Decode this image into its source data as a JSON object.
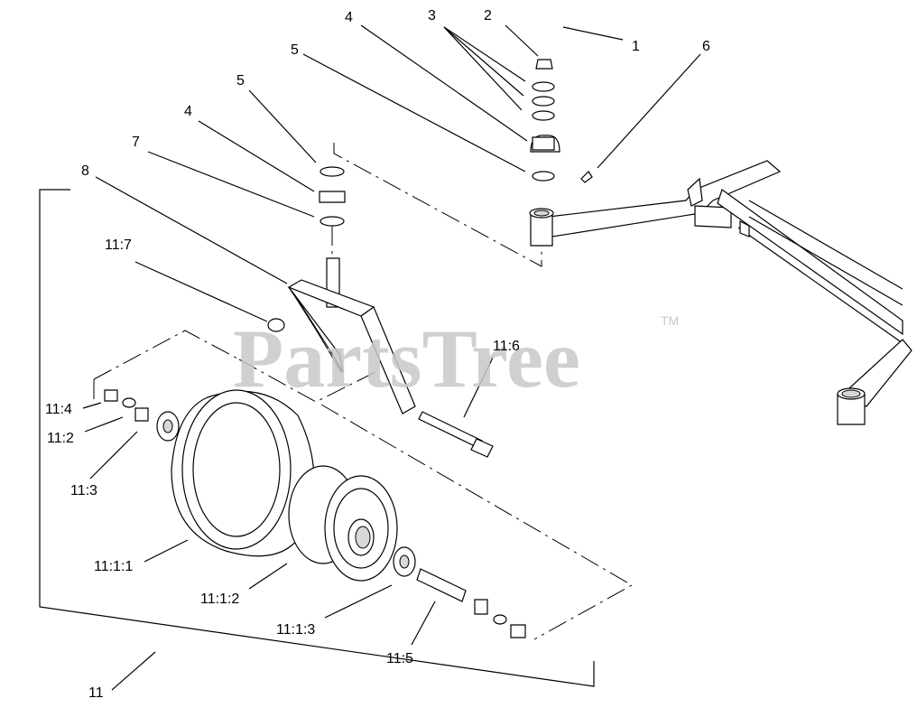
{
  "watermark": {
    "text": "PartsTree",
    "trademark": "TM"
  },
  "callouts": [
    {
      "id": "c1",
      "text": "1"
    },
    {
      "id": "c2",
      "text": "2"
    },
    {
      "id": "c3",
      "text": "3"
    },
    {
      "id": "c4a",
      "text": "4"
    },
    {
      "id": "c5a",
      "text": "5"
    },
    {
      "id": "c6",
      "text": "6"
    },
    {
      "id": "c5b",
      "text": "5"
    },
    {
      "id": "c4b",
      "text": "4"
    },
    {
      "id": "c7",
      "text": "7"
    },
    {
      "id": "c8",
      "text": "8"
    },
    {
      "id": "c11_7",
      "text": "11:7"
    },
    {
      "id": "c11_6",
      "text": "11:6"
    },
    {
      "id": "c11_4",
      "text": "11:4"
    },
    {
      "id": "c11_2",
      "text": "11:2"
    },
    {
      "id": "c11_3",
      "text": "11:3"
    },
    {
      "id": "c11_1_1",
      "text": "11:1:1"
    },
    {
      "id": "c11_1_2",
      "text": "11:1:2"
    },
    {
      "id": "c11_1_3",
      "text": "11:1:3"
    },
    {
      "id": "c11_5",
      "text": "11:5"
    },
    {
      "id": "c11",
      "text": "11"
    }
  ]
}
